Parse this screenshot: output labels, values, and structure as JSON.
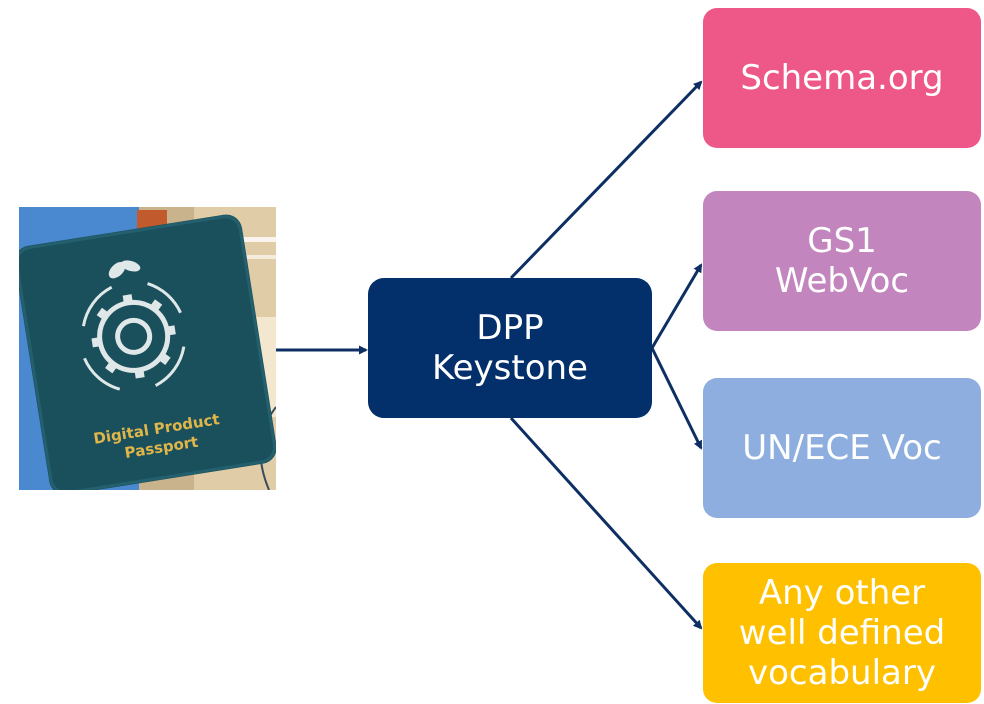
{
  "center_node": {
    "label": "DPP\nKeystone",
    "color": "#032f6b"
  },
  "passport_image": {
    "label_line1": "Digital Product",
    "label_line2": "Passport",
    "icons": [
      "leaf-icon",
      "gear-icon",
      "cycle-arrows-icon"
    ]
  },
  "targets": [
    {
      "label": "Schema.org",
      "color": "#ee5888"
    },
    {
      "label": "GS1\nWebVoc",
      "color": "#c285bd"
    },
    {
      "label": "UN/ECE Voc",
      "color": "#8daedf"
    },
    {
      "label": "Any other\nwell defined\nvocabulary",
      "color": "#ffc000"
    }
  ],
  "arrow_color": "#0d2f63"
}
